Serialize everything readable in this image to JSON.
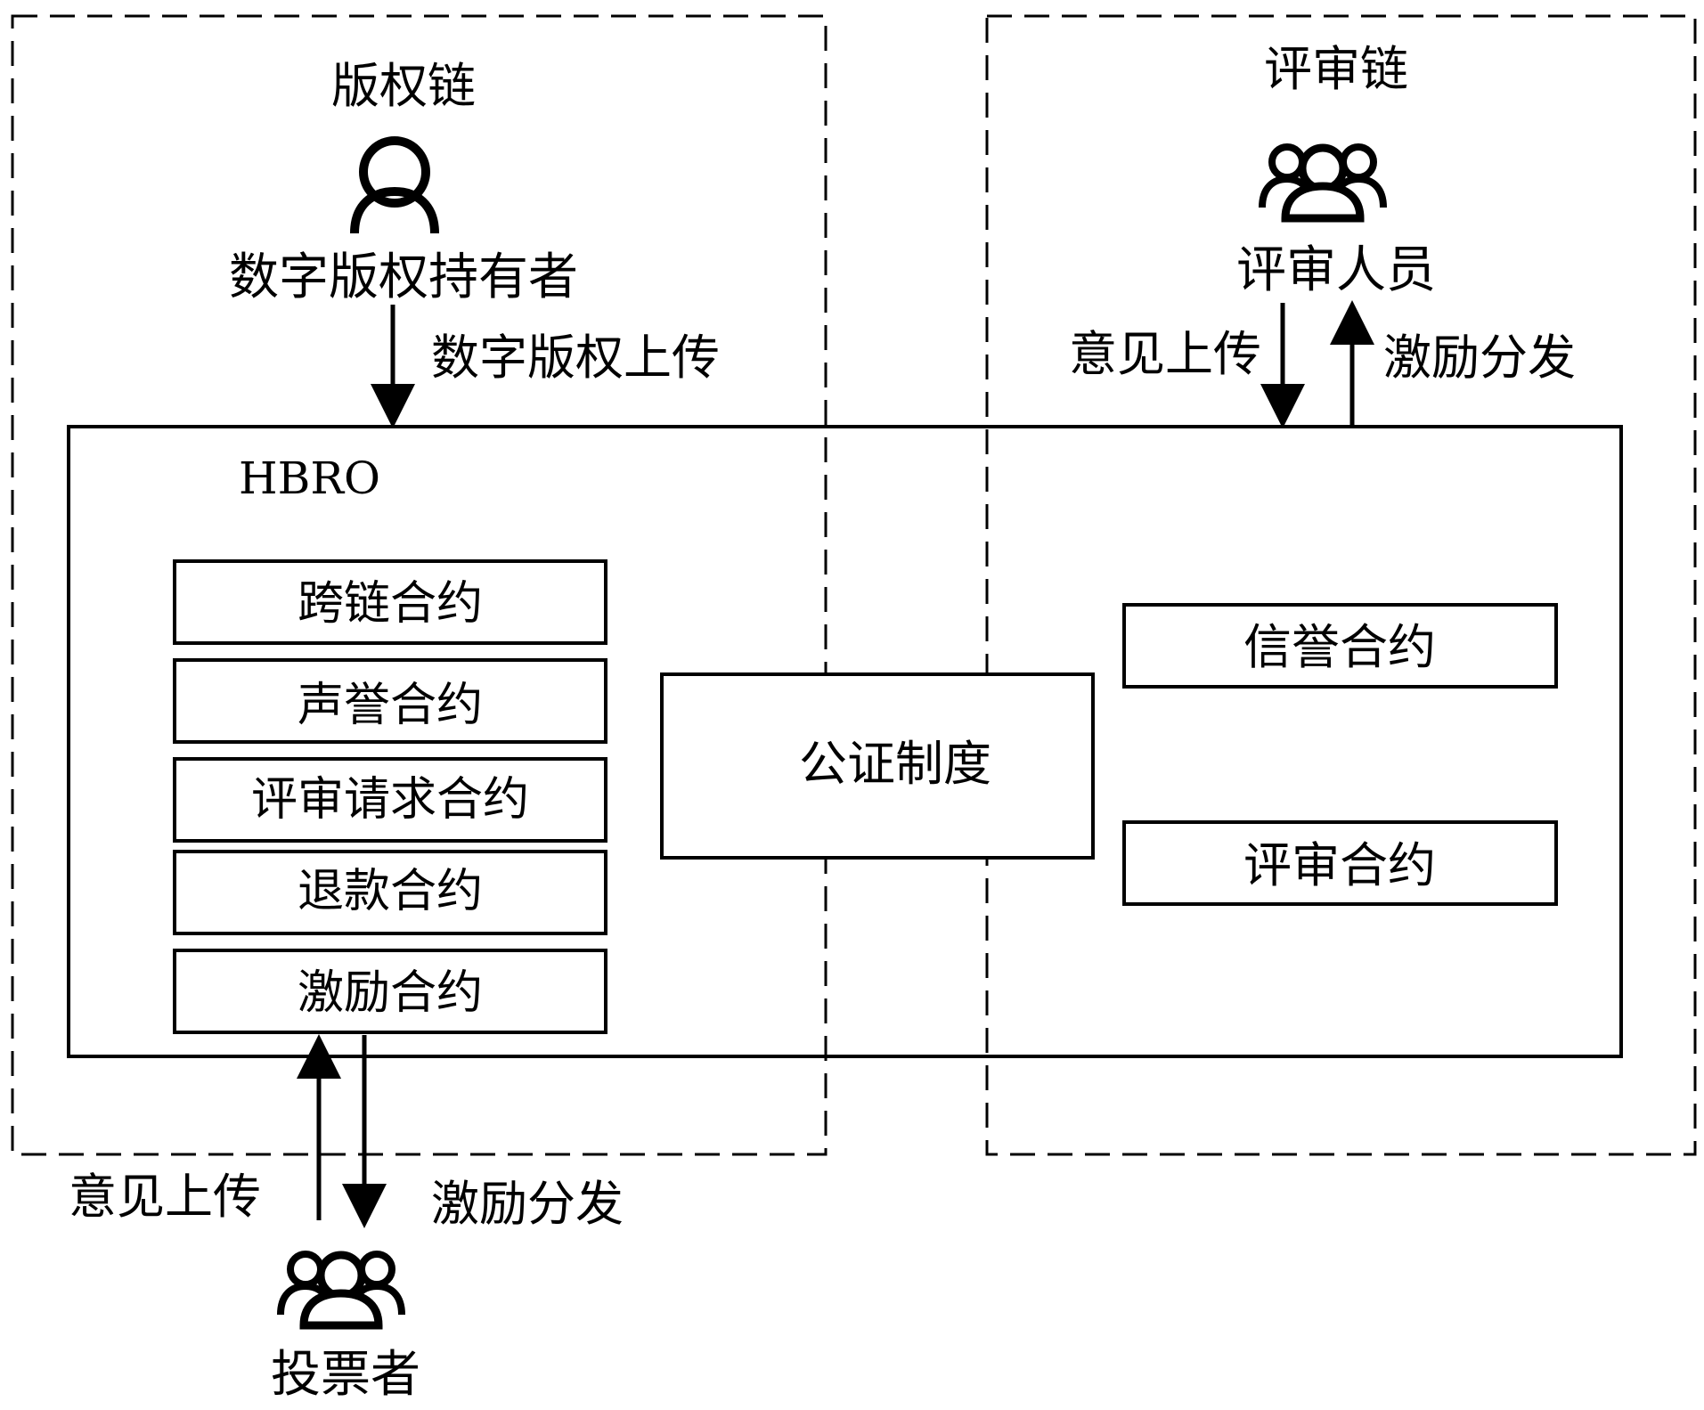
{
  "copyright_chain": {
    "title": "版权链",
    "holder_label": "数字版权持有者",
    "upload_label": "数字版权上传"
  },
  "review_chain": {
    "title": "评审链",
    "reviewers_label": "评审人员",
    "opinion_upload_label": "意见上传",
    "incentive_label": "激励分发"
  },
  "hbro": {
    "title": "HBRO",
    "left_contracts": [
      "跨链合约",
      "声誉合约",
      "评审请求合约",
      "退款合约",
      "激励合约"
    ],
    "notary": "公证制度",
    "right_contracts": [
      "信誉合约",
      "评审合约"
    ]
  },
  "voters": {
    "label": "投票者",
    "opinion_upload_label": "意见上传",
    "incentive_label": "激励分发"
  }
}
